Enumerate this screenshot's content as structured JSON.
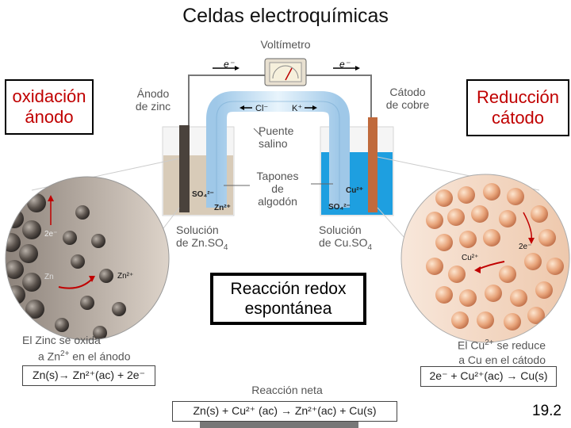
{
  "title": "Celdas electroquímicas",
  "voltimetro": "Voltímetro",
  "electron_left": "e⁻",
  "electron_right": "e⁻",
  "anodo_label": [
    "Ánodo",
    "de zinc"
  ],
  "catodo_label": [
    "Cátodo",
    "de cobre"
  ],
  "oxidacion_box": [
    "oxidación",
    "ánodo"
  ],
  "reduccion_box": [
    "Reducción",
    "cátodo"
  ],
  "puente": [
    "Puente",
    "salino"
  ],
  "cl_ion": "Cl⁻",
  "k_ion": "K⁺",
  "tapones": [
    "Tapones",
    "de",
    "algodón"
  ],
  "so4_left": "SO₄²⁻",
  "zn_left": "Zn²⁺",
  "cu_right": "Cu²⁺",
  "so4_right": "SO₄²⁻",
  "sol_zn": [
    "Solución",
    "de Zn.SO",
    "4"
  ],
  "sol_cu": [
    "Solución",
    "de Cu.SO",
    "4"
  ],
  "zn_atom": "Zn",
  "zn_ion": "Zn²⁺",
  "e2_left": "2e⁻",
  "cu_ion_zoom": "Cu²⁺",
  "e2_right": "2e⁻",
  "redox": [
    "Reacción redox",
    "espontánea"
  ],
  "zinc_oxida": [
    "El Zinc se oxida",
    "a Zn",
    "2+",
    " en el ánodo"
  ],
  "zn_eq": "Zn(s)→ Zn²⁺(ac) + 2e⁻",
  "cu_reduce": [
    "El Cu",
    "2+",
    " se reduce",
    "a Cu en el cátodo"
  ],
  "cu_eq": "2e⁻ + Cu²⁺(ac) → Cu(s)",
  "reaccion_neta": "Reacción neta",
  "net_eq": "Zn(s) + Cu²⁺ (ac) → Zn²⁺(ac) + Cu(s)",
  "page_number": "19.2",
  "colors": {
    "red": "#c00000",
    "copper_solution": "#1e9fe0",
    "zinc_solution": "#d8cbb8"
  }
}
